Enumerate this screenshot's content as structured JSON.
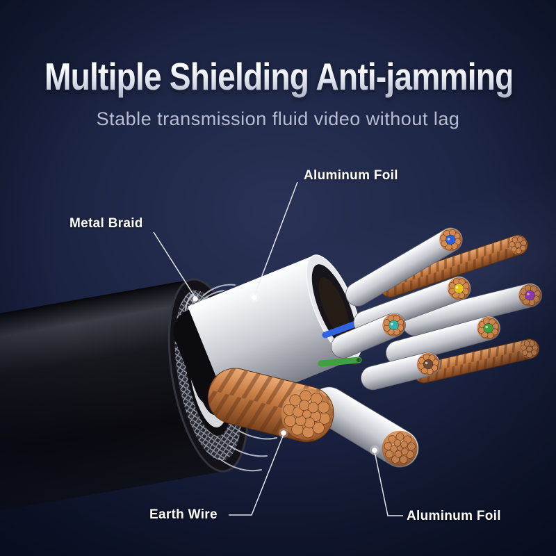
{
  "header": {
    "title": "Multiple Shielding Anti-jamming",
    "subtitle": "Stable transmission fluid video without lag"
  },
  "callouts": {
    "aluminum_foil_top": "Aluminum Foil",
    "metal_braid": "Metal Braid",
    "earth_wire": "Earth Wire",
    "aluminum_foil_bottom": "Aluminum Foil"
  },
  "colors": {
    "background_center": "#2a3356",
    "background_edge": "#0d1228",
    "title_text": "#ffffff",
    "subtitle_text": "#b7bed1",
    "callout_text": "#ffffff",
    "leader_line": "#edf0f6",
    "cable_jacket": "#14151b",
    "metal_braid": "#959aa6",
    "foil_white": "#e4e5ea",
    "copper": "#c6824c",
    "wire_cores": [
      "#2e5fd8",
      "#e6c318",
      "#a03cc8",
      "#43a23c",
      "#36b3a6",
      "#6e4a34"
    ]
  }
}
